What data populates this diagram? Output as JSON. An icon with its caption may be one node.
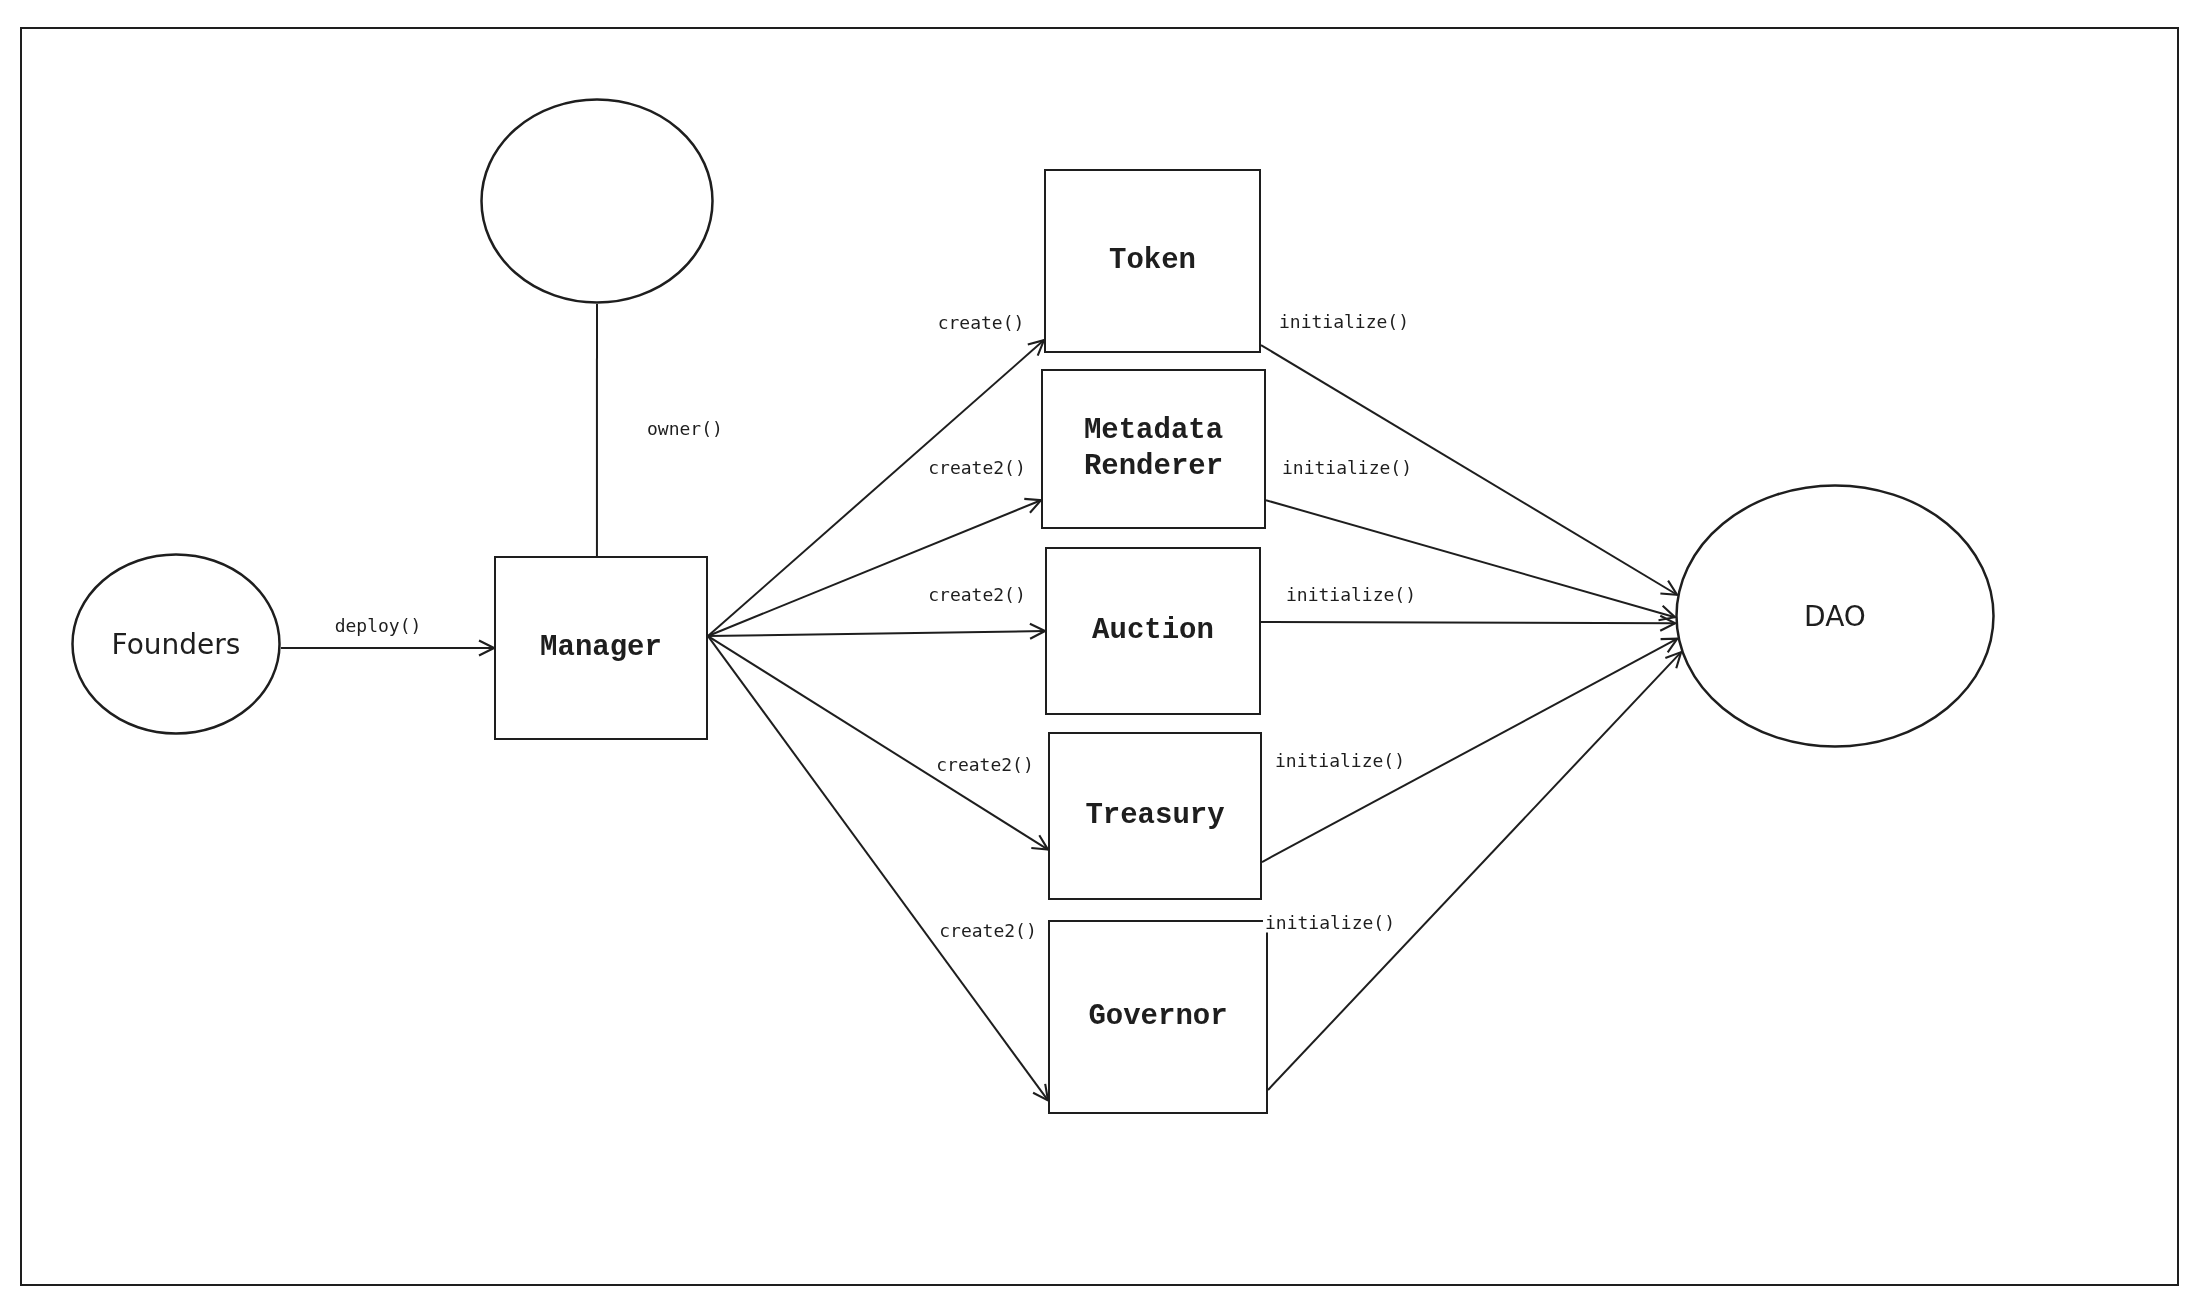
{
  "diagram": {
    "nodes": [
      {
        "text": [],
        "shape": "circle"
      },
      {
        "text": [
          "Founders"
        ]
      },
      {
        "text": [
          "Manager"
        ]
      },
      {
        "text": [
          "Token"
        ]
      },
      {
        "text": [
          "Metadata Renderer"
        ]
      },
      {
        "text": [
          "Auction"
        ]
      },
      {
        "text": [
          "Treasury"
        ]
      },
      {
        "text": [
          "Governor"
        ]
      },
      {
        "text": [
          "DAO"
        ]
      }
    ],
    "edges": [
      {
        "from": 0,
        "to": 2,
        "arrow": "none",
        "label": "owner()"
      },
      {
        "from": 1,
        "to": 2,
        "arrow": "to",
        "label": "deploy()"
      },
      {
        "from": 2,
        "to": 3,
        "arrow": "to",
        "label": "create()"
      },
      {
        "from": 2,
        "to": 4,
        "arrow": "to",
        "label": "create2()"
      },
      {
        "from": 2,
        "to": 5,
        "arrow": "to",
        "label": "create2()"
      },
      {
        "from": 2,
        "to": 6,
        "arrow": "to",
        "label": "create2()"
      },
      {
        "from": 2,
        "to": 7,
        "arrow": "to",
        "label": "create2()"
      },
      {
        "from": 3,
        "to": 8,
        "arrow": "to",
        "label": "initialize()"
      },
      {
        "from": 4,
        "to": 8,
        "arrow": "to",
        "label": "initialize()"
      },
      {
        "from": 5,
        "to": 8,
        "arrow": "to",
        "label": "initialize()"
      },
      {
        "from": 6,
        "to": 8,
        "arrow": "to",
        "label": "initialize()"
      },
      {
        "from": 7,
        "to": 8,
        "arrow": "to",
        "label": "initialize()"
      }
    ]
  }
}
